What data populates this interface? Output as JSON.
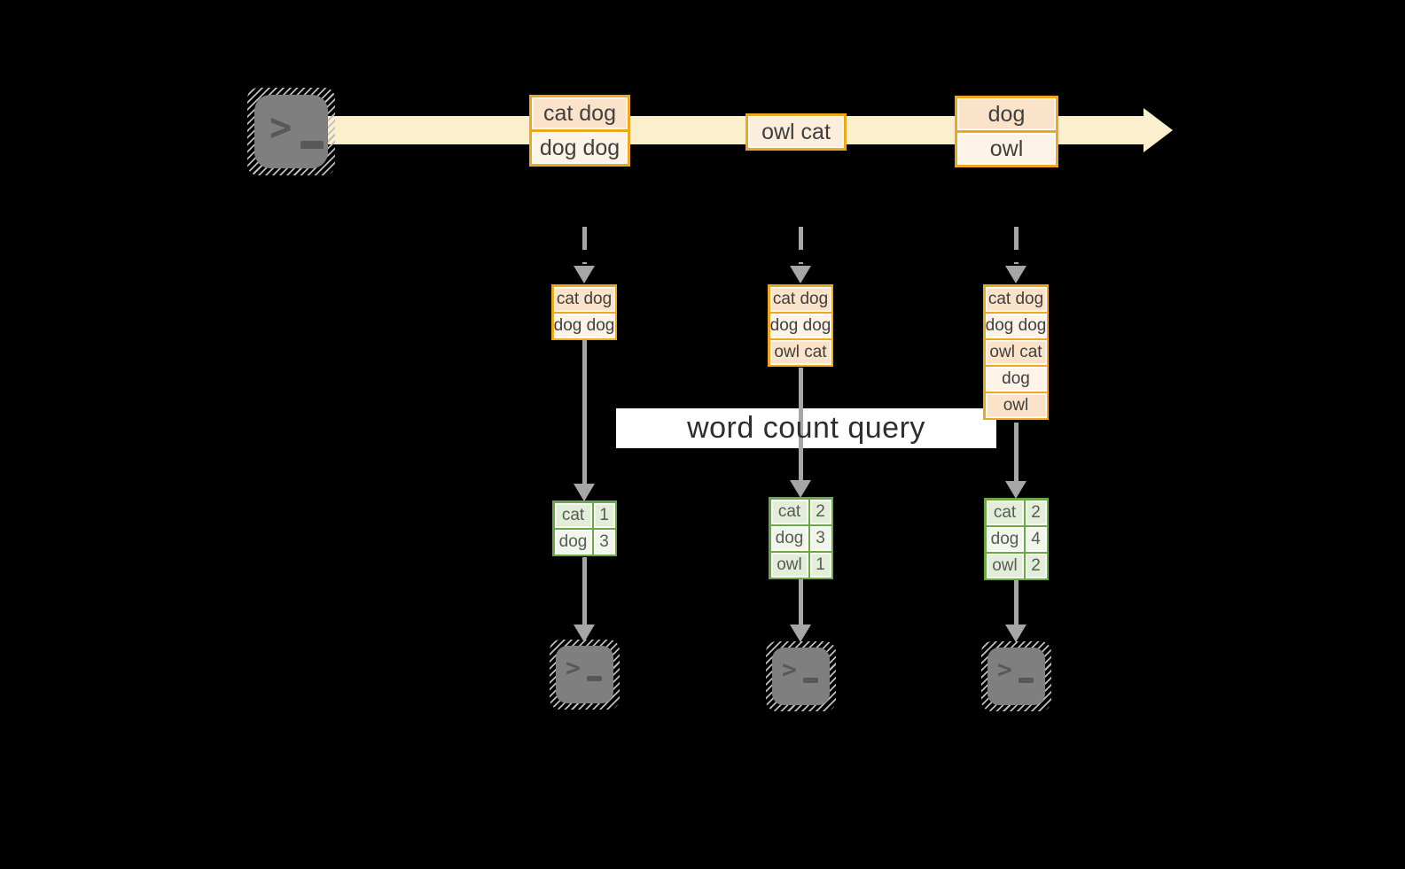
{
  "query": {
    "label": "word count query"
  },
  "stream": {
    "events": [
      {
        "lines": [
          "cat dog",
          "dog dog"
        ]
      },
      {
        "lines": [
          "owl cat"
        ]
      },
      {
        "lines": [
          "dog",
          "owl"
        ]
      }
    ]
  },
  "columns": [
    {
      "list": [
        "cat dog",
        "dog dog"
      ],
      "counts": [
        {
          "word": "cat",
          "count": "1"
        },
        {
          "word": "dog",
          "count": "3"
        }
      ]
    },
    {
      "list": [
        "cat dog",
        "dog dog",
        "owl cat"
      ],
      "counts": [
        {
          "word": "cat",
          "count": "2"
        },
        {
          "word": "dog",
          "count": "3"
        },
        {
          "word": "owl",
          "count": "1"
        }
      ]
    },
    {
      "list": [
        "cat dog",
        "dog dog",
        "owl cat",
        "dog",
        "owl"
      ],
      "counts": [
        {
          "word": "cat",
          "count": "2"
        },
        {
          "word": "dog",
          "count": "4"
        },
        {
          "word": "owl",
          "count": "2"
        }
      ]
    }
  ],
  "icons": {
    "source": "terminal-icon",
    "sinks": [
      "terminal-icon",
      "terminal-icon",
      "terminal-icon"
    ]
  },
  "colors": {
    "background": "#000000",
    "stream_band": "#FBEFCE",
    "box_border_orange": "#F0A720",
    "row_peach": "#FAE3C8",
    "row_cream": "#FDF3E6",
    "table_border_green": "#6CA846",
    "table_cell_green": "#E3EED8",
    "arrow_gray": "#A6A6A6",
    "terminal_gray": "#7F7F7F"
  }
}
